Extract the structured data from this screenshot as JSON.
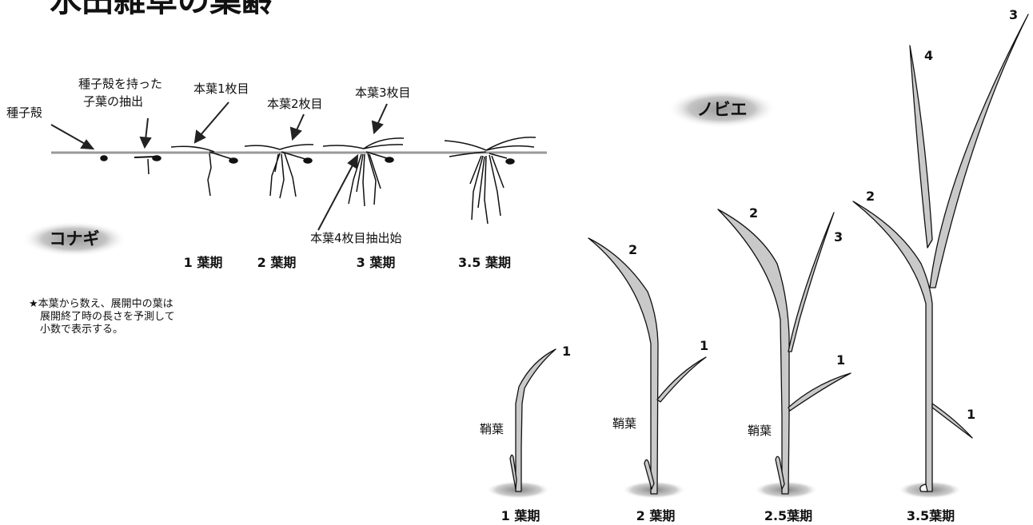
{
  "header": {
    "title_partial": "水田雑草の葉齢"
  },
  "konagi": {
    "name": "コナギ",
    "labels": {
      "seed_coat": "種子殻",
      "cotyledon": "種子殻を持った\n子葉の抽出",
      "leaf1": "本葉1枚目",
      "leaf2": "本葉2枚目",
      "leaf3": "本葉3枚目",
      "leaf4": "本葉4枚目抽出始"
    },
    "stages": [
      "1 葉期",
      "2 葉期",
      "3 葉期",
      "3.5 葉期"
    ],
    "note": "★本葉から数え、展開中の葉は\n展開終了時の長さを予測して\n小数で表示する。"
  },
  "nobie": {
    "name": "ノビエ",
    "coleoptile_label": "鞘葉",
    "stages": [
      "1 葉期",
      "2 葉期",
      "2.5葉期",
      "3.5葉期"
    ],
    "leaf_numbers": {
      "p1": [
        "1"
      ],
      "p2": [
        "2",
        "1"
      ],
      "p3": [
        "2",
        "3",
        "1"
      ],
      "p4": [
        "3",
        "4",
        "2",
        "1"
      ]
    }
  }
}
